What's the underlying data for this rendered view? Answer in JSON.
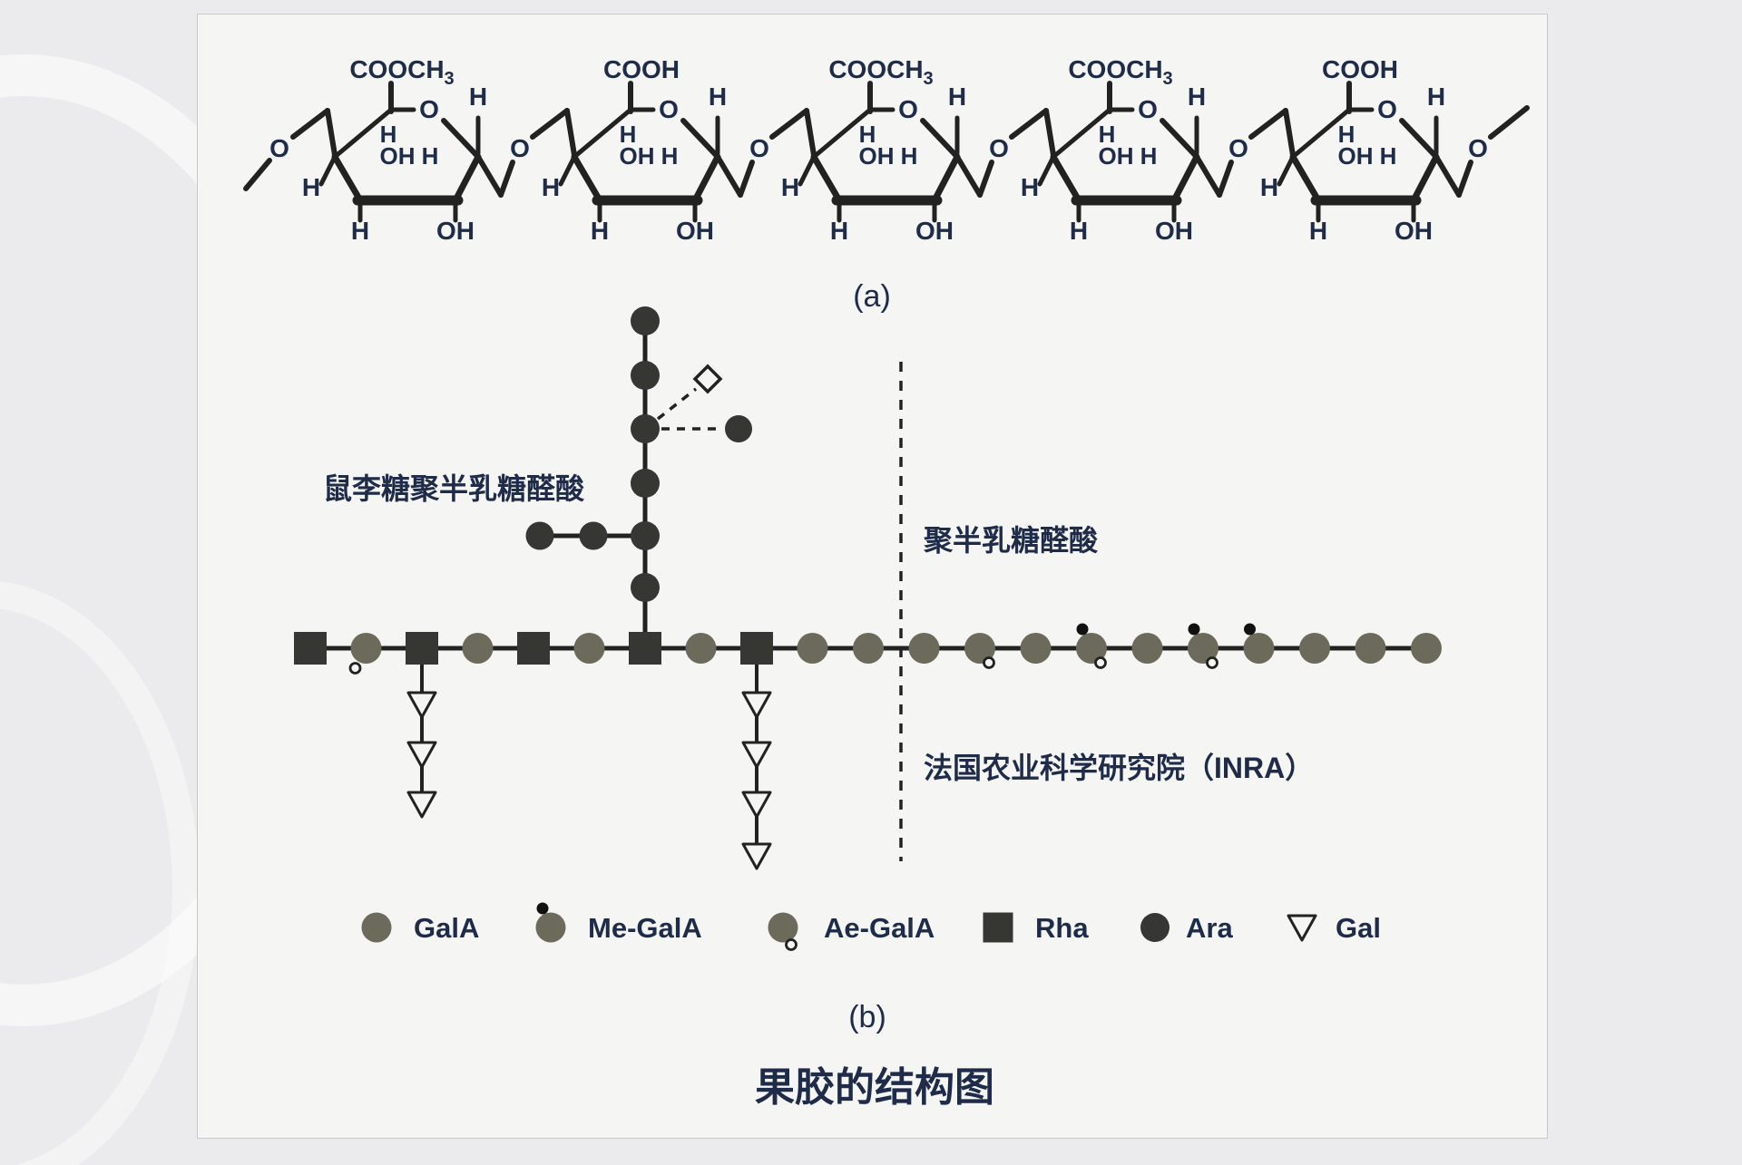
{
  "colors": {
    "page_bg": "#ebebed",
    "panel_bg": "#f5f5f3",
    "panel_border": "#c9c9cb",
    "text_navy": "#1e2b49",
    "line_dark": "#222222",
    "node_dark": "#363733",
    "node_olive": "#6b6a5b",
    "marker_black": "#111111"
  },
  "labels": {
    "a": "(a)",
    "b": "(b)",
    "title": "果胶的结构图"
  },
  "part_a": {
    "rings": [
      {
        "carboxyl": "COOCH₃"
      },
      {
        "carboxyl": "COOH"
      },
      {
        "carboxyl": "COOCH₃"
      },
      {
        "carboxyl": "COOCH₃"
      },
      {
        "carboxyl": "COOH"
      }
    ],
    "ring_oxygen": "O",
    "bridge_oxygen": "O",
    "hydrogen": "H",
    "hydroxyl": "OH"
  },
  "part_b": {
    "region_labels": {
      "rhamnogalacturonan": "鼠李糖聚半乳糖醛酸",
      "homogalacturonan": "聚半乳糖醛酸",
      "institute": "法国农业科学研究院（INRA）"
    },
    "backbone": [
      {
        "type": "Rha"
      },
      {
        "type": "GalA",
        "ae": "bottom-left"
      },
      {
        "type": "Rha",
        "gal_side_chain": 3
      },
      {
        "type": "GalA"
      },
      {
        "type": "Rha"
      },
      {
        "type": "GalA"
      },
      {
        "type": "Rha",
        "ara_side_chain": true
      },
      {
        "type": "GalA"
      },
      {
        "type": "Rha",
        "gal_side_chain": 4
      },
      {
        "type": "GalA"
      },
      {
        "type": "GalA"
      },
      {
        "type": "GalA"
      },
      {
        "type": "GalA",
        "ae": "bottom-right"
      },
      {
        "type": "GalA"
      },
      {
        "type": "GalA",
        "me": true,
        "ae": "bottom-right"
      },
      {
        "type": "GalA"
      },
      {
        "type": "GalA",
        "me": true,
        "ae": "bottom-right"
      },
      {
        "type": "GalA",
        "me": true
      },
      {
        "type": "GalA"
      },
      {
        "type": "GalA"
      },
      {
        "type": "GalA"
      }
    ],
    "ara_branch": {
      "vertical_count": 6,
      "horizontal_count": 2,
      "dashed_circle_count": 1,
      "dashed_diamond_count": 1
    }
  },
  "legend": {
    "items": [
      {
        "key": "GalA",
        "label": "GalA"
      },
      {
        "key": "Me-GalA",
        "label": "Me-GalA"
      },
      {
        "key": "Ae-GalA",
        "label": "Ae-GalA"
      },
      {
        "key": "Rha",
        "label": "Rha"
      },
      {
        "key": "Ara",
        "label": "Ara"
      },
      {
        "key": "Gal",
        "label": "Gal"
      }
    ]
  }
}
